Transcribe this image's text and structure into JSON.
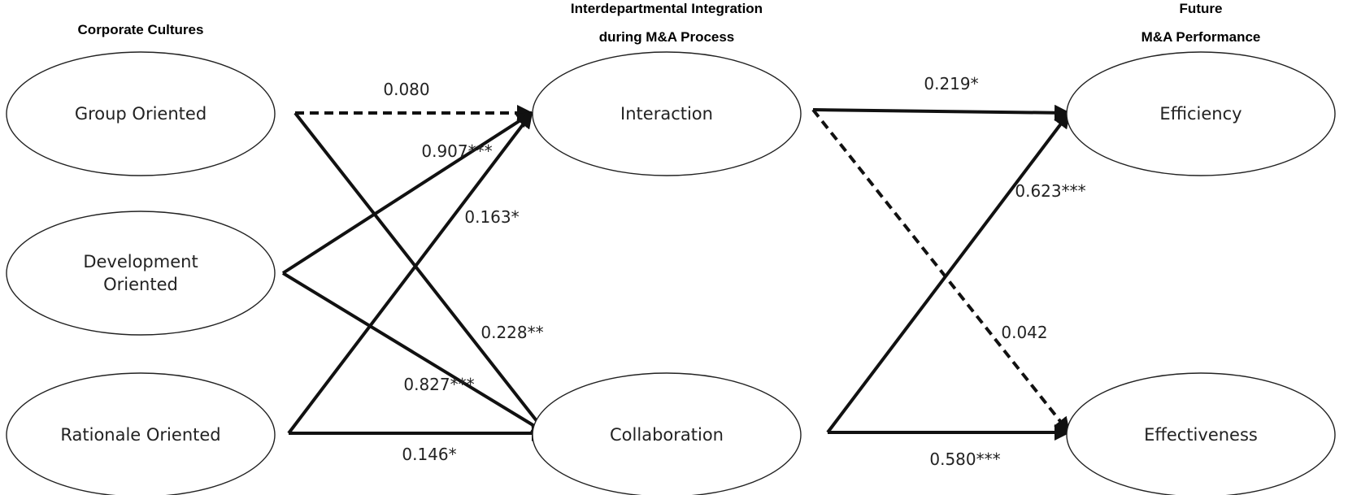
{
  "headers": {
    "corporate": "Corporate Cultures",
    "integration_line1": "Interdepartmental Integration",
    "integration_line2": "during M&A Process",
    "performance_line1": "Future",
    "performance_line2": "M&A Performance"
  },
  "nodes": {
    "group": [
      "Group Oriented"
    ],
    "development": [
      "Development",
      "Oriented"
    ],
    "rationale": [
      "Rationale Oriented"
    ],
    "interaction": [
      "Interaction"
    ],
    "collaboration": [
      "Collaboration"
    ],
    "efficiency": [
      "Efficiency"
    ],
    "effectiveness": [
      "Effectiveness"
    ]
  },
  "paths": [
    {
      "from": "group",
      "to": "interaction",
      "coef": "0.080",
      "significant": false
    },
    {
      "from": "group",
      "to": "collaboration",
      "coef": "0.228**",
      "significant": true
    },
    {
      "from": "development",
      "to": "interaction",
      "coef": "0.907***",
      "significant": true
    },
    {
      "from": "development",
      "to": "collaboration",
      "coef": "0.827***",
      "significant": true
    },
    {
      "from": "rationale",
      "to": "interaction",
      "coef": "0.163*",
      "significant": true
    },
    {
      "from": "rationale",
      "to": "collaboration",
      "coef": "0.146*",
      "significant": true
    },
    {
      "from": "interaction",
      "to": "efficiency",
      "coef": "0.219*",
      "significant": true
    },
    {
      "from": "interaction",
      "to": "effectiveness",
      "coef": "0.042",
      "significant": false
    },
    {
      "from": "collaboration",
      "to": "efficiency",
      "coef": "0.623***",
      "significant": true
    },
    {
      "from": "collaboration",
      "to": "effectiveness",
      "coef": "0.580***",
      "significant": true
    }
  ]
}
